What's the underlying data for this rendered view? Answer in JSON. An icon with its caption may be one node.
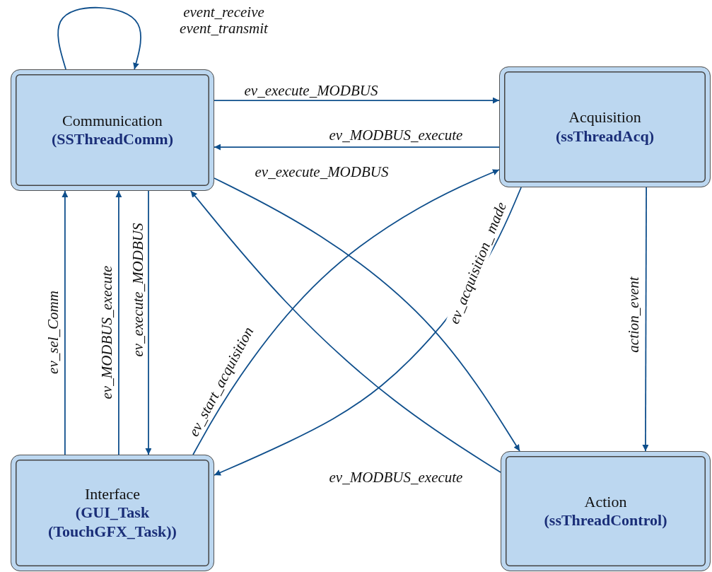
{
  "diagram": {
    "nodes": [
      {
        "text": [
          "Communication",
          "(SSThreadComm)"
        ]
      },
      {
        "text": [
          "Acquisition",
          "(ssThreadAcq)"
        ]
      },
      {
        "text": [
          "Interface",
          "(GUI_Task (TouchGFX_Task))"
        ]
      },
      {
        "text": [
          "Action",
          "(ssThreadControl)"
        ]
      }
    ],
    "edges": [
      {
        "from": 0,
        "to": 0,
        "arrow": "to",
        "label": "event_receive event_transmit"
      },
      {
        "from": 0,
        "to": 1,
        "arrow": "to",
        "label": "ev_execute_MODBUS"
      },
      {
        "from": 1,
        "to": 0,
        "arrow": "to",
        "label": "ev_MODBUS_execute"
      },
      {
        "from": 0,
        "to": 3,
        "arrow": "to",
        "label": "ev_execute_MODBUS"
      },
      {
        "from": 2,
        "to": 0,
        "arrow": "to",
        "label": "ev_sel_Comm"
      },
      {
        "from": 2,
        "to": 0,
        "arrow": "to",
        "label": "ev_MODBUS_execute"
      },
      {
        "from": 0,
        "to": 2,
        "arrow": "to",
        "label": "ev_execute_MODBUS"
      },
      {
        "from": 3,
        "to": 0,
        "arrow": "to",
        "label": "ev_MODBUS_execute"
      },
      {
        "from": 2,
        "to": 1,
        "arrow": "to",
        "label": "ev_start_acquisition"
      },
      {
        "from": 1,
        "to": 2,
        "arrow": "to",
        "label": "ev_acquisition_ made"
      },
      {
        "from": 1,
        "to": 3,
        "arrow": "to",
        "label": "action_event"
      }
    ]
  }
}
